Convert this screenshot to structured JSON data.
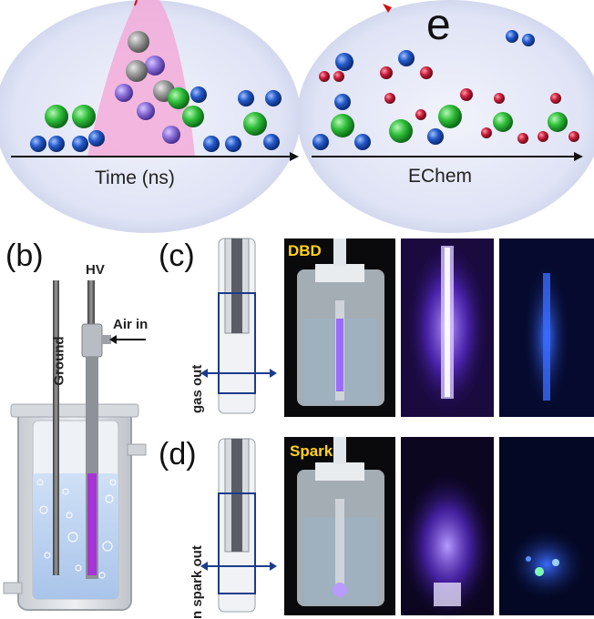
{
  "figure": {
    "top_left": {
      "axis_label": "Time (ns)"
    },
    "top_right": {
      "axis_label": "EChem",
      "electron_label": "e"
    },
    "panel_b": {
      "label": "(b)",
      "hv_label": "HV",
      "ground_label": "Ground",
      "air_in_label": "Air in"
    },
    "panel_c": {
      "label": "(c)",
      "outlet_label": "gas out",
      "mode_tag": "DBD"
    },
    "panel_d": {
      "label": "(d)",
      "outlet_label": "n spark out",
      "mode_tag": "Spark"
    }
  },
  "colors": {
    "bubble_bg": "#dfe3f5",
    "pulse": "#f4a3d6",
    "green_atom": "#2fbf3a",
    "blue_atom": "#2458c8",
    "red_atom": "#c81e3c",
    "arrow_navy": "#1a3c8c",
    "plasma_purple": "#7a3cf0",
    "tag_yellow": "#ffd21a"
  }
}
